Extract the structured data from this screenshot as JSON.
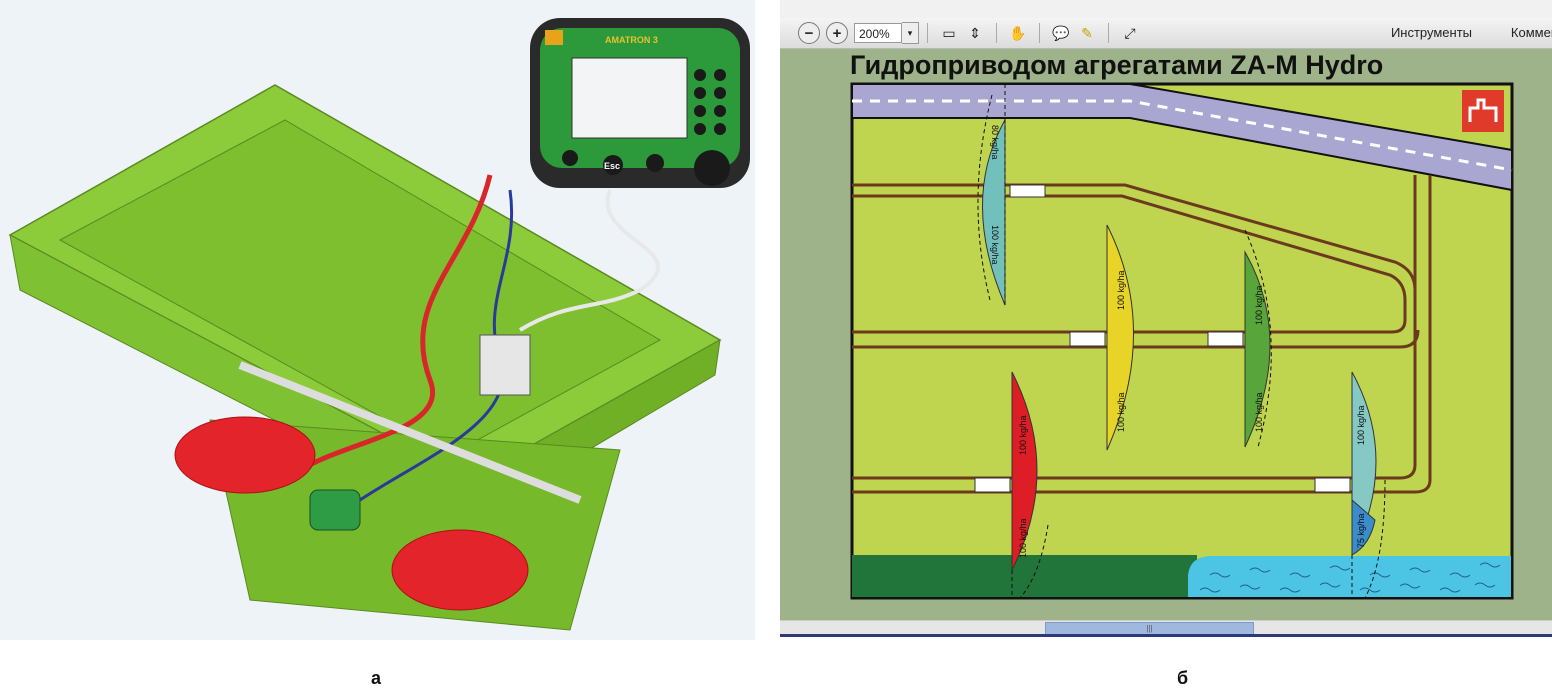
{
  "left_panel": {
    "terminal": {
      "brand": "AMATRON 3",
      "esc_label": "Esc"
    },
    "caption": "а"
  },
  "right_panel": {
    "toolbar": {
      "zoom_out": "−",
      "zoom_in": "+",
      "zoom_value": "200%",
      "dropdown": "▾",
      "tools_label": "Инструменты",
      "comments_label": "Коммен"
    },
    "document_title": "Гидроприводом агрегатами ZA-M Hydro",
    "diagram": {
      "rates": {
        "teal_top": "80 kg/ha",
        "teal_bottom": "100 kg/ha",
        "yellow_top": "100 kg/ha",
        "yellow_bottom": "100 kg/ha",
        "green_top": "100 kg/ha",
        "green_bottom": "100 kg/ha",
        "red_top": "100 kg/ha",
        "red_bottom": "100 kg/ha",
        "blue_top": "100 kg/ha",
        "blue_bottom": "75 kg/ha"
      },
      "logo": "AMAZONE"
    },
    "scroll_grip": "|||",
    "caption": "б"
  }
}
